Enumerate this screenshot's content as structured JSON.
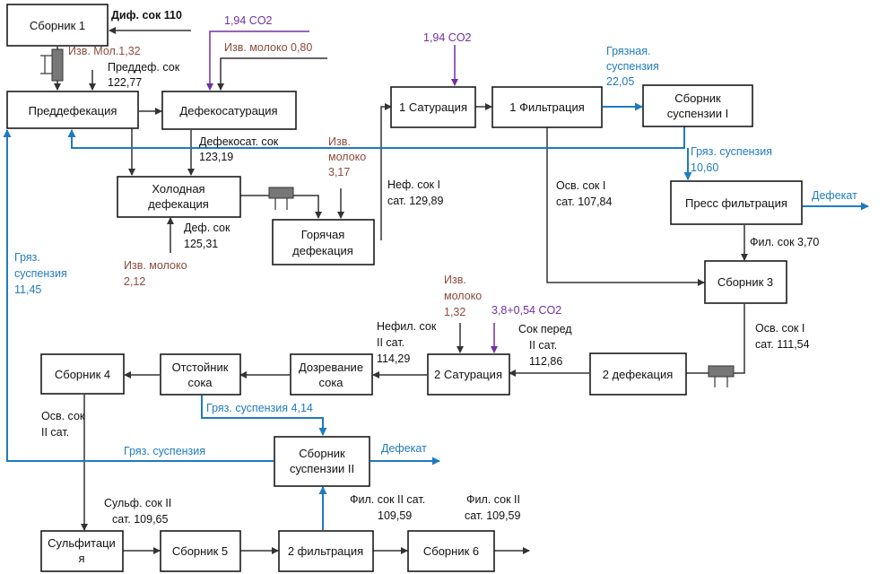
{
  "boxes": {
    "sb1": "Сборник 1",
    "predef": "Преддефекация",
    "defsat": "Дефекосатурация",
    "cold1": "Холодная",
    "cold2": "дефекация",
    "hot1": "Горячая",
    "hot2": "дефекация",
    "sat1": "1 Сатурация",
    "filt1": "1 Фильтрация",
    "sbs1a": "Сборник",
    "sbs1b": "суспензии I",
    "press": "Пресс фильтрация",
    "sb3": "Сборник 3",
    "def2": "2 дефекация",
    "sat2": "2 Сатурация",
    "dozr1": "Дозревание",
    "dozr2": "сока",
    "otst1": "Отстойник",
    "otst2": "сока",
    "sb4": "Сборник 4",
    "sbs2a": "Сборник",
    "sbs2b": "суспензии II",
    "sulf1": "Сульфитаци",
    "sulf2": "я",
    "sb5": "Сборник 5",
    "filt2": "2 фильтрация",
    "sb6": "Сборник 6"
  },
  "labels": {
    "dif_juice": "Диф. сок 110",
    "co2_top": "1,94   CO2",
    "milk_lime_1": "Изв. Мол.1,32",
    "milk_lime_2": "Изв. молоко 0,80",
    "predef_juice_1": "Преддеф. сок",
    "predef_juice_2": "122,77",
    "defsat_juice_1": "Дефекосат. сок",
    "defsat_juice_2": "123,19",
    "milk_lime_3a": "Изв.",
    "milk_lime_3b": "молоко",
    "milk_lime_3c": "3,17",
    "co2_sat1": "1,94  CO2",
    "dirty_susp_1a": "Грязная.",
    "dirty_susp_1b": "суспензия",
    "dirty_susp_1c": "22,05",
    "dirty_susp_2a": "Гряз. суспензия",
    "dirty_susp_2b": "10,60",
    "defecate_1": "Дефекат",
    "unf_juice_1a": "Неф. сок I",
    "unf_juice_1b": "сат. 129,89",
    "clar_juice_1a": "Осв. сок I",
    "clar_juice_1b": "сат. 107,84",
    "def_juice_1": "Деф. сок",
    "def_juice_2": "125,31",
    "milk_lime_4a": "Изв. молоко",
    "milk_lime_4b": "2,12",
    "filt_juice_1": "Фил. сок 3,70",
    "dirty_susp_3a": "Гряз.",
    "dirty_susp_3b": "суспензия",
    "dirty_susp_3c": "11,45",
    "clar_juice_2a": "Осв. сок I",
    "clar_juice_2b": "сат. 111,54",
    "milk_lime_5a": "Изв.",
    "milk_lime_5b": "молоко",
    "milk_lime_5c": "1,32",
    "co2_sat2": "3,8+0,54  CO2",
    "unfil_juice_2a": "Нефил. сок",
    "unfil_juice_2b": "II сат.",
    "unfil_juice_2c": "114,29",
    "juice_before_1": "Сок перед",
    "juice_before_2": "II сат.",
    "juice_before_3": "112,86",
    "dirty_susp_4": "Гряз. суспензия 4,14",
    "clar_juice_3a": "Осв. сок",
    "clar_juice_3b": "II сат.",
    "dirty_susp_5": "Гряз. суспензия",
    "defecate_2": "Дефекат",
    "sulf_juice_1": "Сульф. сок II",
    "sulf_juice_2": "сат. 109,65",
    "filt_juice_2a": "Фил. сок II сат.",
    "filt_juice_2b": "109,59",
    "filt_juice_3a": "Фил. сок II",
    "filt_juice_3b": "сат. 109,59"
  },
  "colors": {
    "black_flow": "#333333",
    "co2_purple": "#7030a0",
    "suspension_blue": "#1f7bc0",
    "lime_brown": "#8b4a3c"
  }
}
